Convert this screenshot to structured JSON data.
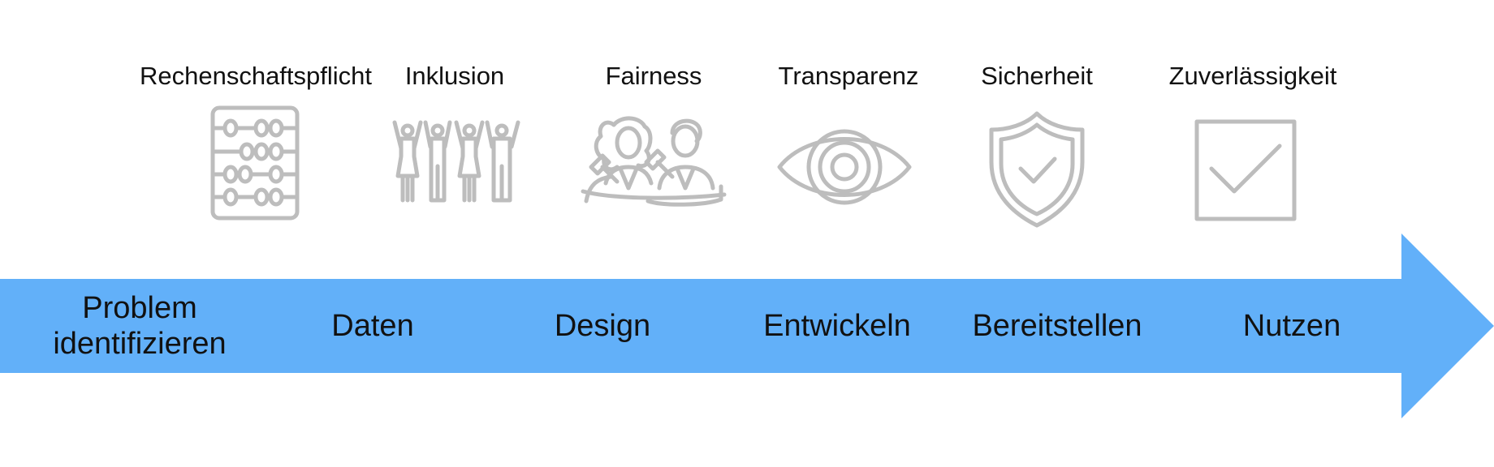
{
  "principles": [
    {
      "label": "Rechenschaftspflicht",
      "icon": "abacus-icon"
    },
    {
      "label": "Inklusion",
      "icon": "people-group-icon"
    },
    {
      "label": "Fairness",
      "icon": "judge-people-icon"
    },
    {
      "label": "Transparenz",
      "icon": "eye-icon"
    },
    {
      "label": "Sicherheit",
      "icon": "shield-check-icon"
    },
    {
      "label": "Zuverlässigkeit",
      "icon": "checkbox-icon"
    }
  ],
  "stages": [
    {
      "line1": "Problem",
      "line2": "identifizieren"
    },
    {
      "line1": "Daten",
      "line2": ""
    },
    {
      "line1": "Design",
      "line2": ""
    },
    {
      "line1": "Entwickeln",
      "line2": ""
    },
    {
      "line1": "Bereitstellen",
      "line2": ""
    },
    {
      "line1": "Nutzen",
      "line2": ""
    }
  ],
  "colors": {
    "arrow": "#62b0f9",
    "icon": "#bdbdbd",
    "text": "#111111"
  }
}
